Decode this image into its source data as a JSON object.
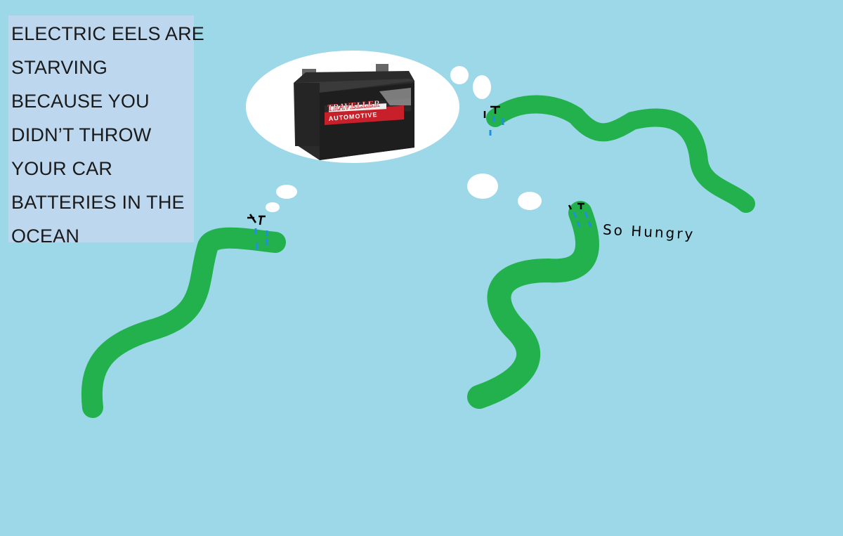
{
  "caption": {
    "lines": [
      "ELECTRIC EELS ARE",
      "STARVING",
      "BECAUSE YOU",
      "DIDN’T THROW",
      "YOUR CAR",
      "BATTERIES IN THE",
      "OCEAN"
    ]
  },
  "speech": {
    "eel_text": "So Hungry"
  },
  "battery": {
    "brand_logo": "TRAVELLER",
    "label": "AUTOMOTIVE"
  },
  "colors": {
    "ocean": "#9dd8e8",
    "eel": "#22b14c",
    "tears": "#1e90e0",
    "caption_bg": "#bdd7ee"
  }
}
